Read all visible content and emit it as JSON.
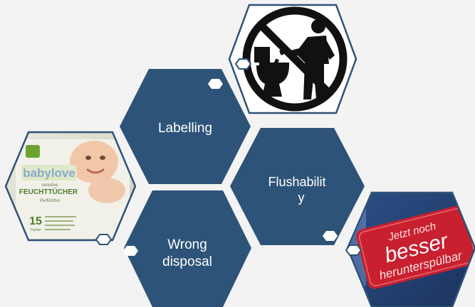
{
  "labels": {
    "labelling": "Labelling",
    "flushability_line1": "Flushabilit",
    "flushability_line2": "y",
    "wrong_disposal_line1": "Wrong",
    "wrong_disposal_line2": "disposal"
  },
  "photos": {
    "wipes_pack": {
      "brand": "babylove",
      "subtitle": "sensitive",
      "product": "FEUCHTTÜCHER",
      "variant": "Parfümfrei",
      "count": "15",
      "count_unit": "Tücher"
    },
    "package_label": {
      "line1": "Jetzt noch",
      "line2": "besser",
      "line3": "herunterspülbar"
    }
  },
  "icons": {
    "no_toilet_littering": "no-littering-in-toilet-icon"
  },
  "colors": {
    "hex_fill": "#2e5378",
    "hex_border": "#2e5378",
    "dot_fill": "#ffffff",
    "background": "#f3f3f3",
    "label_red": "#c8202f"
  }
}
